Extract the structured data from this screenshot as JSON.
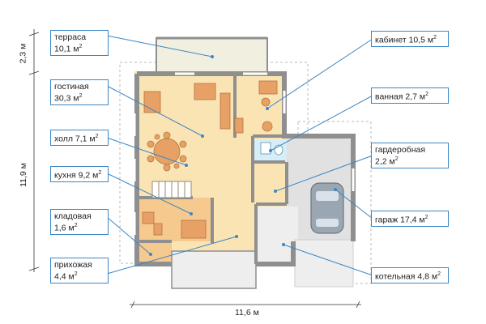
{
  "labels": {
    "terrace": {
      "name": "терраса",
      "area": "10,1 м"
    },
    "living": {
      "name": "гостиная",
      "area": "30,3 м"
    },
    "hall": {
      "name": "холл",
      "area": "7,1 м"
    },
    "kitchen": {
      "name": "кухня",
      "area": "9,2 м"
    },
    "storage": {
      "name": "кладовая",
      "area": "1,6 м"
    },
    "entry": {
      "name": "прихожая",
      "area": "4,4 м"
    },
    "study": {
      "name": "кабинет",
      "area": "10,5 м"
    },
    "bath": {
      "name": "ванная",
      "area": "2,7 м"
    },
    "wardrobe": {
      "name": "гардеробная",
      "area": "2,2 м"
    },
    "garage": {
      "name": "гараж",
      "area": "17,4 м"
    },
    "boiler": {
      "name": "котельная",
      "area": "4,8 м"
    }
  },
  "sq": "2",
  "dimensions": {
    "width": "11,6 м",
    "height": "11,9 м",
    "terrace_depth": "2,3 м"
  },
  "colors": {
    "wall": "#8f8f8f",
    "wall_outline": "#6d6d6d",
    "floor": "#fbe4b3",
    "terrace": "#f1efdf",
    "garage": "#e1e1e1",
    "kitchen_floor": "#f6c98e",
    "leader": "#3c87c5",
    "furniture": "#e7a166"
  }
}
